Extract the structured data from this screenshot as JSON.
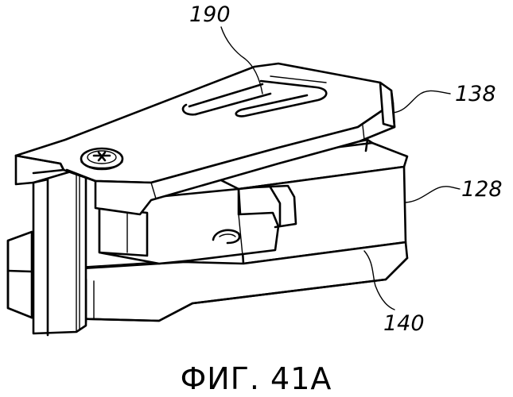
{
  "figure": {
    "labels": {
      "part_190": "190",
      "part_138": "138",
      "part_128": "128",
      "part_140": "140"
    },
    "caption": "ФИГ. 41A"
  }
}
